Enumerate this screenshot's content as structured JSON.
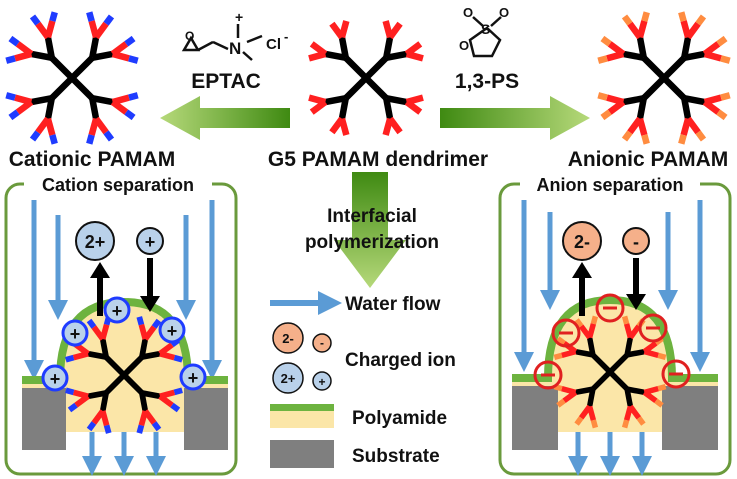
{
  "labels": {
    "center": "G5 PAMAM dendrimer",
    "left": "Cationic PAMAM",
    "right": "Anionic PAMAM",
    "eptac": "EPTAC",
    "ps": "1,3-PS",
    "eptac_charge": "+",
    "eptac_n": "N",
    "eptac_cl": "Cl",
    "eptac_cl_charge": "-",
    "ps_s": "S",
    "ps_o_ring": "O",
    "ps_o1": "O",
    "ps_o2": "O",
    "ip_line1": "Interfacial",
    "ip_line2": "polymerization",
    "cation_title": "Cation separation",
    "anion_title": "Anion separation",
    "ion_2plus": "2+",
    "ion_plus": "+",
    "ion_2minus": "2-",
    "ion_minus": "-"
  },
  "legend": {
    "water_flow": "Water flow",
    "charged_ion": "Charged ion",
    "polyamide": "Polyamide",
    "substrate": "Substrate",
    "ion_2minus": "2-",
    "ion_minus": "-",
    "ion_2plus": "2+",
    "ion_plus": "+"
  },
  "colors": {
    "dendrimer_core": "#000000",
    "dendrimer_arm": "#ff2020",
    "cationic_tip": "#1f3cff",
    "anionic_tip": "#ff8c40",
    "green_arrow": "#6aa820",
    "water_blue": "#5b9bd5",
    "polyamide_green": "#6db33f",
    "polyamide_fill": "#fbe6a8",
    "substrate_gray": "#7f7f7f",
    "frame_green": "#6a9a3c",
    "cation_ion_fill": "#b9d1ea",
    "anion_ion_fill": "#f5b08a"
  }
}
